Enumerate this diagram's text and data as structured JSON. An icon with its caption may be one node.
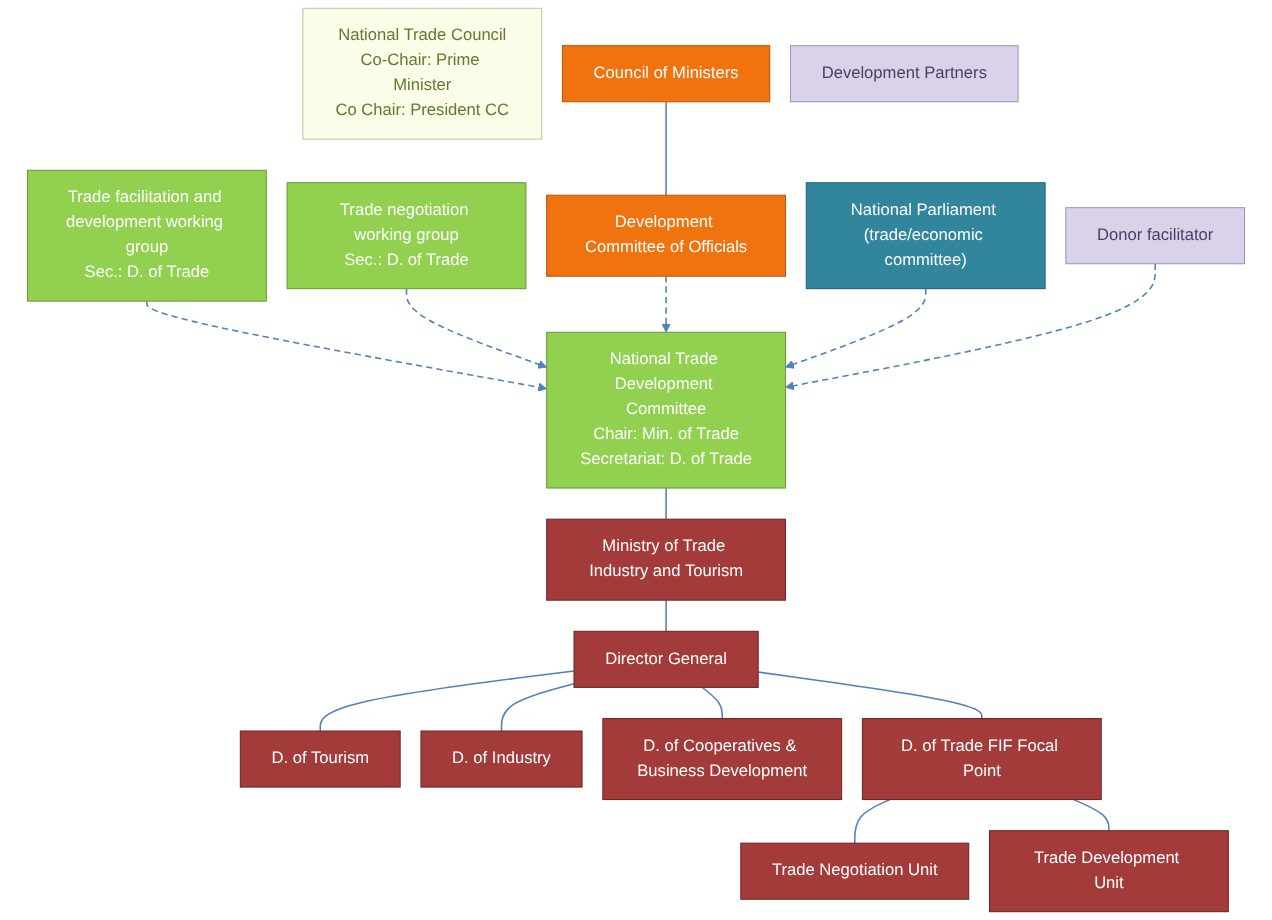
{
  "diagram": {
    "nodes": [
      {
        "text": [
          "Trade facilitation and development working group",
          "Sec.: D. of Trade"
        ]
      },
      {
        "text": [
          "National Trade Council",
          "Co-Chair: Prime Minister",
          "Co Chair: President CC"
        ]
      },
      {
        "text": [
          "Council of Ministers"
        ]
      },
      {
        "text": [
          "Trade negotiation working group",
          "Sec.: D. of Trade"
        ]
      },
      {
        "text": [
          "National Trade Development Committee",
          "Chair: Min. of Trade",
          "Secretariat: D. of Trade"
        ]
      },
      {
        "text": [
          "Development Committee of Officials"
        ]
      },
      {
        "text": [
          "National Parliament (trade/economic committee)"
        ]
      },
      {
        "text": [
          "Ministry of Trade Industry and Tourism"
        ]
      },
      {
        "text": [
          "Donor facilitator"
        ]
      },
      {
        "text": [
          "Development Partners"
        ]
      },
      {
        "text": [
          "Director General"
        ]
      },
      {
        "text": [
          "D. of Tourism"
        ]
      },
      {
        "text": [
          "D. of Industry"
        ]
      },
      {
        "text": [
          "D. of Cooperatives & Business Development"
        ]
      },
      {
        "text": [
          "D. of Trade FIF Focal Point"
        ]
      },
      {
        "text": [
          "Trade Negotiation Unit"
        ]
      },
      {
        "text": [
          "Trade Development Unit"
        ]
      }
    ],
    "edges": [
      {
        "from": 0,
        "to": 4,
        "arrow": "to",
        "style": "dashed"
      },
      {
        "from": 3,
        "to": 4,
        "arrow": "to",
        "style": "dashed"
      },
      {
        "from": 2,
        "to": 5,
        "arrow": "none"
      },
      {
        "from": 5,
        "to": 4,
        "arrow": "to",
        "style": "dashed"
      },
      {
        "from": 6,
        "to": 4,
        "arrow": "to",
        "style": "dashed"
      },
      {
        "from": 8,
        "to": 4,
        "arrow": "to",
        "style": "dashed"
      },
      {
        "from": 4,
        "to": 7,
        "arrow": "none"
      },
      {
        "from": 7,
        "to": 10,
        "arrow": "none"
      },
      {
        "from": 10,
        "to": 11,
        "arrow": "none"
      },
      {
        "from": 10,
        "to": 12,
        "arrow": "none"
      },
      {
        "from": 10,
        "to": 13,
        "arrow": "none"
      },
      {
        "from": 10,
        "to": 14,
        "arrow": "none"
      },
      {
        "from": 14,
        "to": 15,
        "arrow": "none"
      },
      {
        "from": 14,
        "to": 16,
        "arrow": "none"
      }
    ]
  }
}
